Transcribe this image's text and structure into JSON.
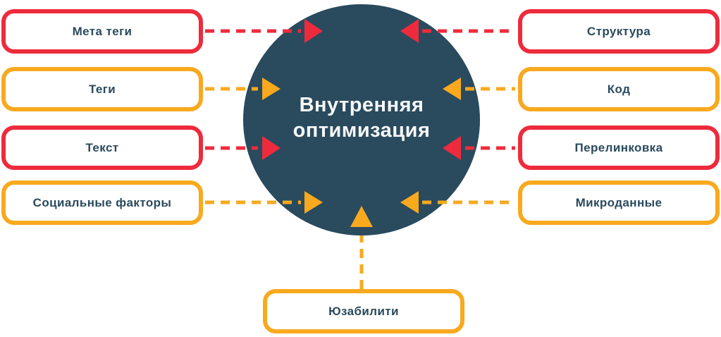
{
  "diagram_title": "Внутренняя оптимизация",
  "center": {
    "label_line1": "Внутренняя",
    "label_line2": "оптимизация"
  },
  "left_items": [
    {
      "label": "Мета теги",
      "accent": "red"
    },
    {
      "label": "Теги",
      "accent": "yellow"
    },
    {
      "label": "Текст",
      "accent": "red"
    },
    {
      "label": "Социальные факторы",
      "accent": "yellow"
    }
  ],
  "right_items": [
    {
      "label": "Структура",
      "accent": "red"
    },
    {
      "label": "Код",
      "accent": "yellow"
    },
    {
      "label": "Перелинковка",
      "accent": "red"
    },
    {
      "label": "Микроданные",
      "accent": "yellow"
    }
  ],
  "bottom_item": {
    "label": "Юзабилити",
    "accent": "yellow"
  },
  "arrows": {
    "style": "dashed",
    "direction": "toward-center"
  },
  "colors": {
    "red": "#EE2B3C",
    "yellow": "#F8A91E",
    "circle": "#2A4A5E",
    "label_text": "#2A4A5E",
    "center_text": "#F6F8F8",
    "background": "#FFFFFF"
  }
}
